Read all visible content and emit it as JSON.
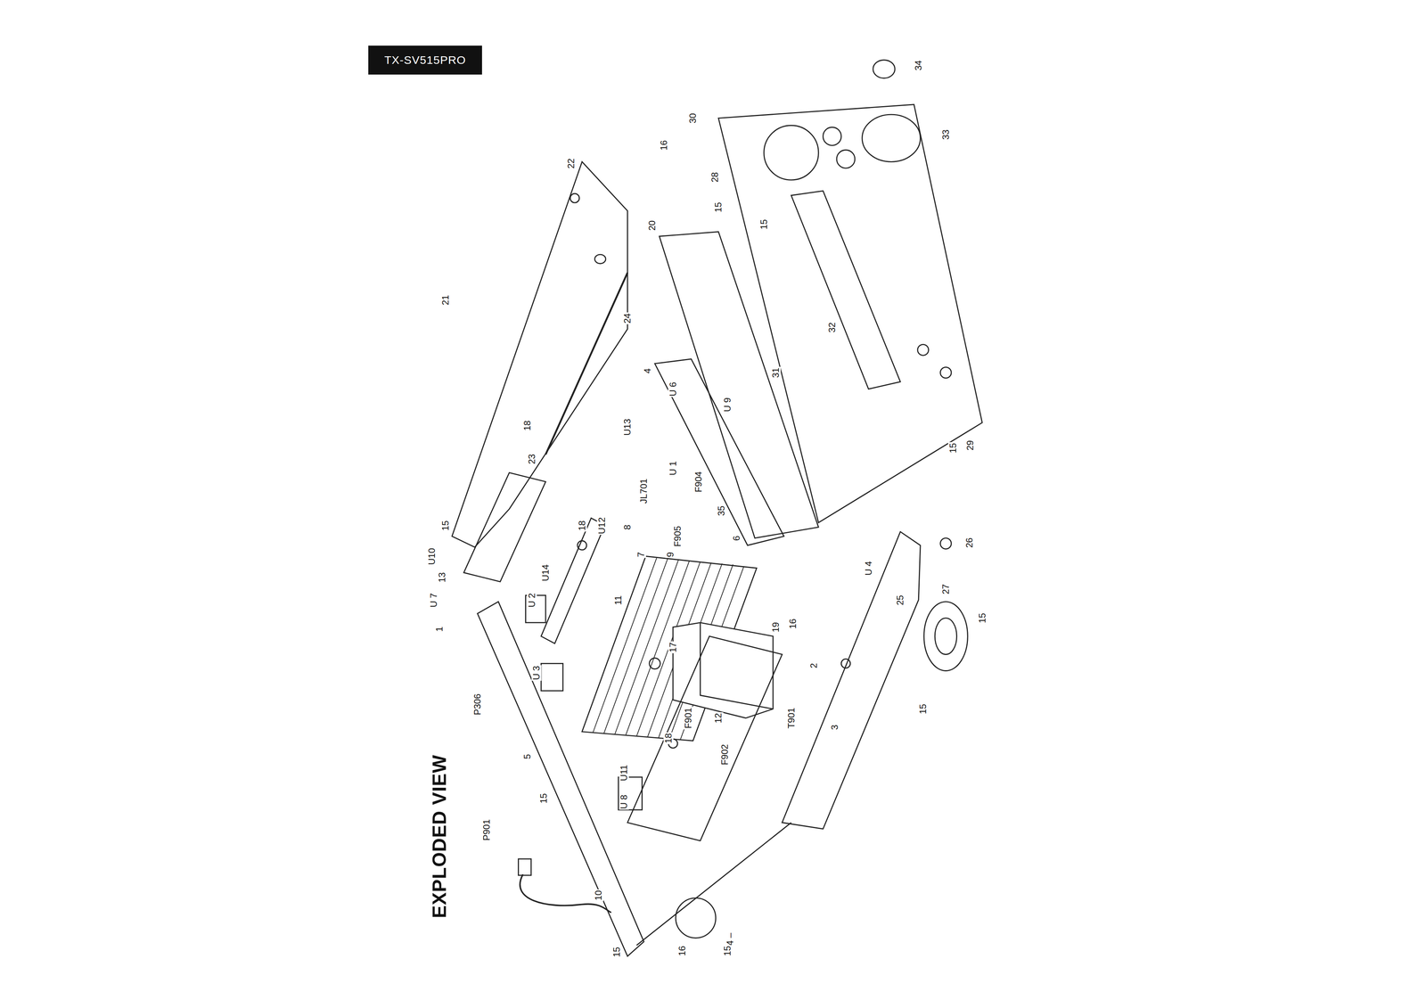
{
  "diagram": {
    "title": "EXPLODED VIEW",
    "nodes": [
      {
        "text": [
          "TX-SV515PRO"
        ]
      }
    ],
    "labels": [
      "– 4 –",
      "34",
      "33",
      "30",
      "16",
      "28",
      "22",
      "15",
      "15",
      "20",
      "21",
      "24",
      "32",
      "31",
      "4",
      "U 6",
      "U 9",
      "U13",
      "18",
      "23",
      "29",
      "15",
      "U 1",
      "JL701",
      "F904",
      "35",
      "15",
      "18",
      "U12",
      "8",
      "F905",
      "6",
      "26",
      "U10",
      "7",
      "9",
      "U 4",
      "13",
      "U14",
      "U 7",
      "U 2",
      "11",
      "25",
      "27",
      "15",
      "1",
      "19",
      "16",
      "17",
      "2",
      "U 3",
      "P306",
      "15",
      "F901",
      "12",
      "T901",
      "3",
      "18",
      "F902",
      "5",
      "U11",
      "U 8",
      "15",
      "P901",
      "10",
      "15",
      "16",
      "15"
    ]
  }
}
